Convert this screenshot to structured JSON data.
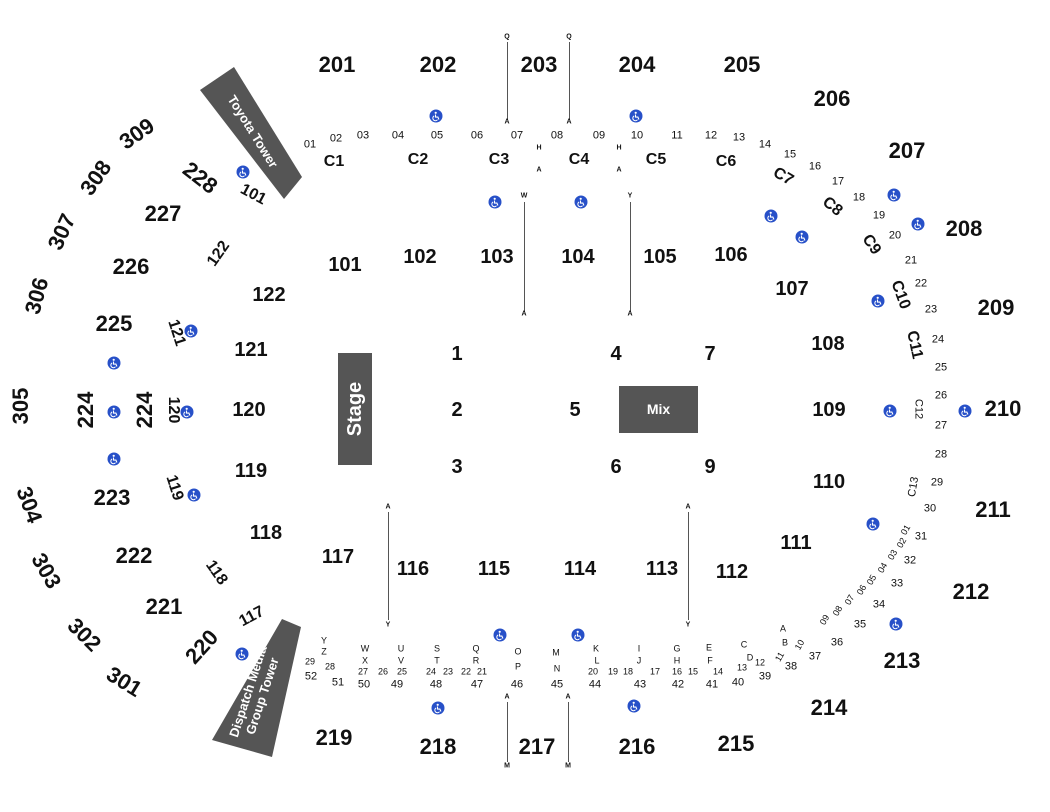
{
  "stage": {
    "label": "Stage"
  },
  "mix": {
    "label": "Mix"
  },
  "towers": {
    "toyota": "Toyota Tower",
    "dispatch": "Dispatch Media Group Tower"
  },
  "floor_sections": [
    "1",
    "2",
    "3",
    "4",
    "5",
    "6",
    "7",
    "9"
  ],
  "upper_300": [
    "309",
    "308",
    "307",
    "306",
    "305",
    "304",
    "303",
    "302",
    "301"
  ],
  "sections_200": [
    "201",
    "202",
    "203",
    "204",
    "205",
    "206",
    "207",
    "208",
    "209",
    "210",
    "211",
    "212",
    "213",
    "214",
    "215",
    "216",
    "217",
    "218",
    "219",
    "220",
    "221",
    "222",
    "223",
    "224",
    "224",
    "225",
    "226",
    "227",
    "228"
  ],
  "sections_100": [
    "101",
    "101",
    "102",
    "103",
    "104",
    "105",
    "106",
    "107",
    "108",
    "109",
    "110",
    "111",
    "112",
    "113",
    "114",
    "115",
    "116",
    "117",
    "117",
    "118",
    "118",
    "119",
    "119",
    "120",
    "120",
    "121",
    "121",
    "122",
    "122"
  ],
  "club_boxes": [
    "C1",
    "C2",
    "C3",
    "C4",
    "C5",
    "C6",
    "C7",
    "C8",
    "C9",
    "C10",
    "C11",
    "C12",
    "C13"
  ],
  "top_box_numbers": [
    "01",
    "02",
    "03",
    "04",
    "05",
    "06",
    "07",
    "08",
    "09",
    "10",
    "11",
    "12",
    "13",
    "14",
    "15",
    "16",
    "17",
    "18",
    "19",
    "20",
    "21",
    "22",
    "23",
    "24",
    "25",
    "26",
    "27",
    "28",
    "29",
    "30",
    "31",
    "32",
    "33",
    "34",
    "35",
    "36",
    "37",
    "38",
    "39",
    "40",
    "41",
    "42",
    "43",
    "44",
    "45",
    "46",
    "47",
    "48",
    "49",
    "50",
    "51",
    "52"
  ],
  "right_lower_boxes": [
    "01",
    "02",
    "03",
    "04",
    "05",
    "06",
    "07",
    "08",
    "09",
    "10",
    "11",
    "12",
    "13",
    "14",
    "15",
    "16",
    "17",
    "18",
    "19",
    "20",
    "21",
    "22",
    "23",
    "24",
    "25",
    "26",
    "27",
    "28",
    "29"
  ],
  "row_letters": [
    "A",
    "B",
    "C",
    "D",
    "E",
    "F",
    "G",
    "H",
    "I",
    "J",
    "K",
    "L",
    "M",
    "N",
    "O",
    "P",
    "Q",
    "R",
    "S",
    "T",
    "U",
    "V",
    "W",
    "X",
    "Y",
    "Z"
  ],
  "aisle_letters": [
    "Q",
    "A",
    "W",
    "Y",
    "M",
    "H"
  ],
  "wheelchair_icon": "wheelchair-accessible-icon",
  "colors": {
    "dark_box": "#555555",
    "accessible": "#2750c8",
    "text": "#111111"
  }
}
